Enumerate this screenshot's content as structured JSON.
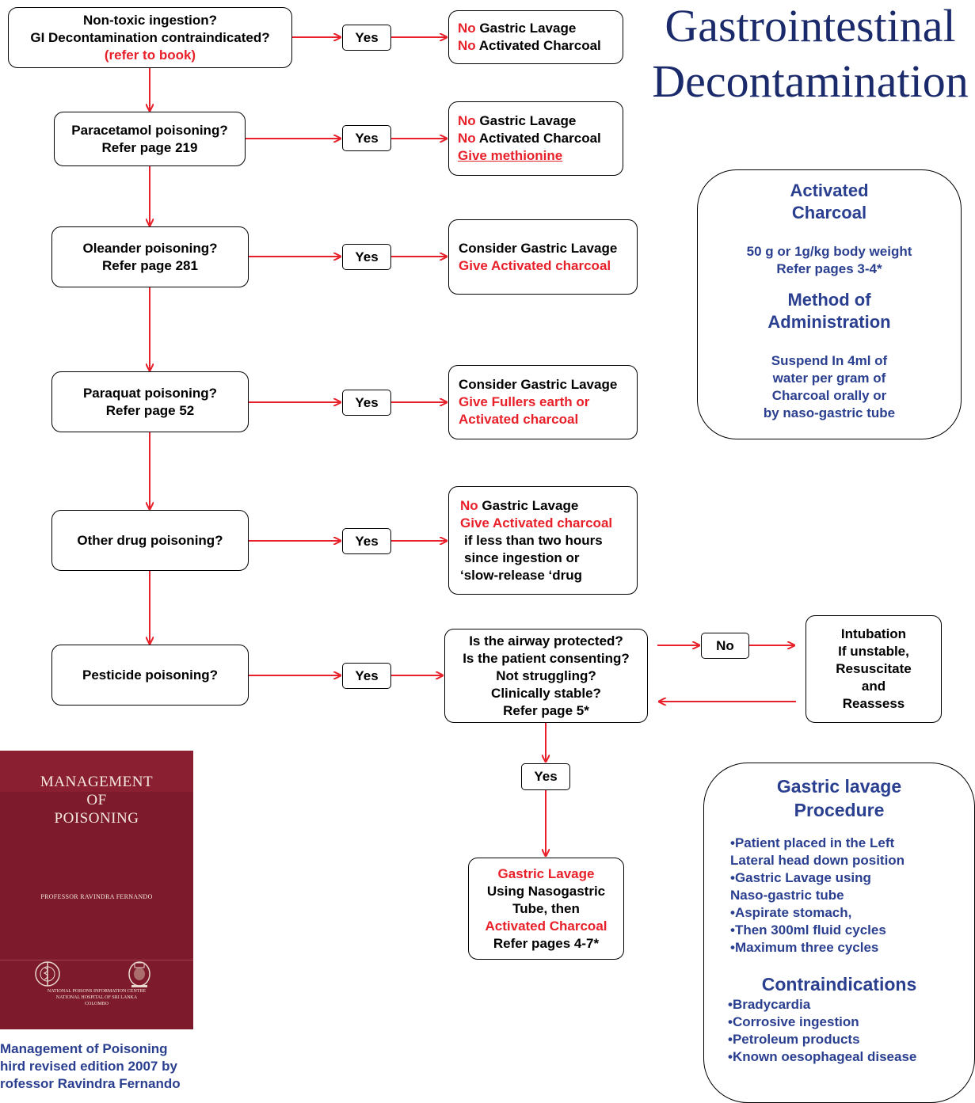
{
  "title": {
    "line1": "Gastrointestinal",
    "line2": "Decontamination"
  },
  "yes_label": "Yes",
  "no_label": "No",
  "q1": {
    "line1": "Non-toxic ingestion?",
    "line2": "GI Decontamination contraindicated?",
    "line3": "(refer to book)"
  },
  "a1": {
    "l1_red": "No",
    "l1": " Gastric Lavage",
    "l2_red": "No",
    "l2": " Activated Charcoal"
  },
  "q2": {
    "line1": "Paracetamol poisoning?",
    "line2": "Refer page 219"
  },
  "a2": {
    "l1_red": "No",
    "l1": " Gastric Lavage",
    "l2_red": "No",
    "l2": " Activated Charcoal",
    "l3": "Give methionine"
  },
  "q3": {
    "line1": "Oleander poisoning?",
    "line2": "Refer page 281"
  },
  "a3": {
    "l1": "Consider Gastric Lavage",
    "l2": "Give Activated charcoal"
  },
  "q4": {
    "line1": "Paraquat poisoning?",
    "line2": "Refer page 52"
  },
  "a4": {
    "l1": "Consider Gastric Lavage",
    "l2": "Give Fullers earth or",
    "l3": "Activated charcoal"
  },
  "q5": {
    "line1": "Other drug poisoning?"
  },
  "a5": {
    "l1_red": "No",
    "l1": " Gastric Lavage",
    "l2": "Give Activated charcoal",
    "l3": "if less than two hours",
    "l4": "since ingestion or",
    "l5": "‘slow-release ‘drug"
  },
  "q6": {
    "line1": "Pesticide poisoning?"
  },
  "airway": {
    "l1": "Is the airway protected?",
    "l2": "Is the patient consenting?",
    "l3": "Not struggling?",
    "l4": "Clinically stable?",
    "l5": "Refer page 5*"
  },
  "intubation": {
    "l1": "Intubation",
    "l2": "If unstable,",
    "l3": "Resuscitate",
    "l4": "and",
    "l5": "Reassess"
  },
  "lavage": {
    "l1": "Gastric Lavage",
    "l2": "Using Nasogastric",
    "l3": "Tube, then",
    "l4": "Activated Charcoal",
    "l5": "Refer pages 4-7*"
  },
  "charcoal_panel": {
    "h1a": "Activated",
    "h1b": "Charcoal",
    "d1": "50 g or 1g/kg body weight",
    "d2": "Refer pages 3-4*",
    "h2a": "Method of",
    "h2b": "Administration",
    "m1": "Suspend In 4ml of",
    "m2": "water per gram of",
    "m3": "Charcoal orally or",
    "m4": "by naso-gastric tube"
  },
  "lavage_panel": {
    "h1a": "Gastric lavage",
    "h1b": "Procedure",
    "p1": "•Patient placed in the Left",
    "p2": "Lateral head down position",
    "p3": "•Gastric Lavage using",
    "p4": "Naso-gastric tube",
    "p5": "•Aspirate stomach,",
    "p6": "•Then 300ml fluid cycles",
    "p7": "•Maximum three cycles",
    "h2": "Contraindications",
    "c1": "•Bradycardia",
    "c2": "•Corrosive ingestion",
    "c3": "•Petroleum products",
    "c4": "•Known oesophageal disease"
  },
  "book": {
    "t1": "MANAGEMENT",
    "t2": "OF",
    "t3": "POISONING",
    "author": "PROFESSOR RAVINDRA FERNANDO",
    "inst1": "NATIONAL POISONS INFORMATION CENTRE",
    "inst2": "NATIONAL HOSPITAL OF SRI LANKA",
    "inst3": "COLOMBO"
  },
  "caption": {
    "l1": "Management of Poisoning",
    "l2": "hird revised edition 2007 by",
    "l3": "rofessor Ravindra Fernando"
  }
}
